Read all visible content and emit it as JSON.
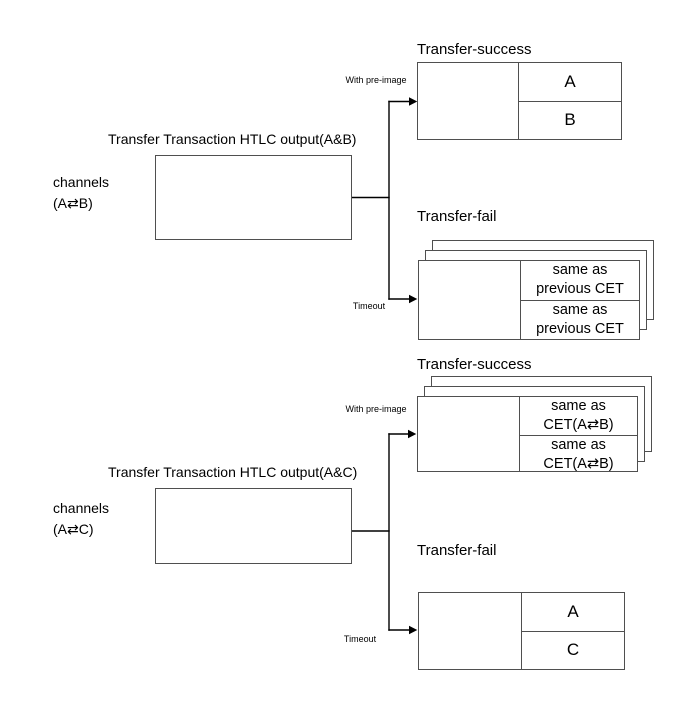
{
  "colors": {
    "background": "#ffffff",
    "text": "#000000",
    "box_border": "#4f4f4f",
    "line": "#000000"
  },
  "sections": [
    {
      "id": "channel-a-b",
      "channel_label": [
        "channels",
        "(A⇄B)"
      ],
      "box_title": "Transfer Transaction HTLC output(A&B)",
      "branches": {
        "success": {
          "title": "Transfer-success",
          "arrow_label": "With pre-image",
          "outputs": [
            [
              "A"
            ],
            [
              "B"
            ]
          ]
        },
        "fail": {
          "title": "Transfer-fail",
          "arrow_label": "Timeout",
          "outputs": [
            [
              "same as",
              "previous CET"
            ],
            [
              "same as",
              "previous CET"
            ]
          ]
        }
      }
    },
    {
      "id": "channel-a-c",
      "channel_label": [
        "channels",
        "(A⇄C)"
      ],
      "box_title": "Transfer Transaction HTLC output(A&C)",
      "branches": {
        "success": {
          "title": "Transfer-success",
          "arrow_label": "With pre-image",
          "outputs": [
            [
              "same as",
              "CET(A⇄B)"
            ],
            [
              "same as",
              "CET(A⇄B)"
            ]
          ]
        },
        "fail": {
          "title": "Transfer-fail",
          "arrow_label": "Timeout",
          "outputs": [
            [
              "A"
            ],
            [
              "C"
            ]
          ]
        }
      }
    }
  ]
}
